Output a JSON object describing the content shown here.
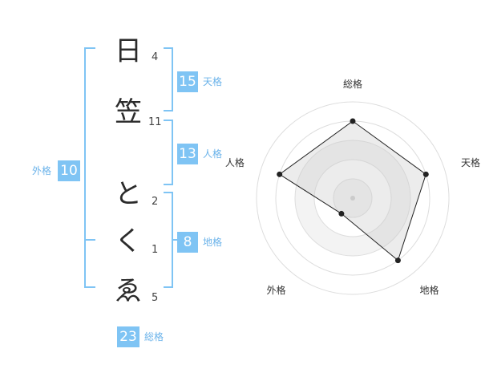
{
  "name_chars": [
    {
      "char": "日",
      "strokes": "4"
    },
    {
      "char": "笠",
      "strokes": "11"
    },
    {
      "char": "と",
      "strokes": "2"
    },
    {
      "char": "く",
      "strokes": "1"
    },
    {
      "char": "ゑ",
      "strokes": "5"
    }
  ],
  "kaku": {
    "tenkaku": {
      "value": "15",
      "label": "天格"
    },
    "jinkaku": {
      "value": "13",
      "label": "人格"
    },
    "chikaku": {
      "value": "8",
      "label": "地格"
    },
    "gaikaku": {
      "value": "10",
      "label": "外格"
    },
    "soukaku": {
      "value": "23",
      "label": "総格"
    }
  },
  "colors": {
    "accent": "#7fc4f4",
    "bracket": "#7fc4f4",
    "radar_line": "#222222",
    "radar_fill": "#ececec"
  },
  "chart_data": {
    "type": "radar",
    "axes": [
      "総格",
      "天格",
      "地格",
      "外格",
      "人格"
    ],
    "values": [
      4,
      4,
      4,
      1,
      4
    ],
    "rmax": 5,
    "grid_levels": 5
  }
}
